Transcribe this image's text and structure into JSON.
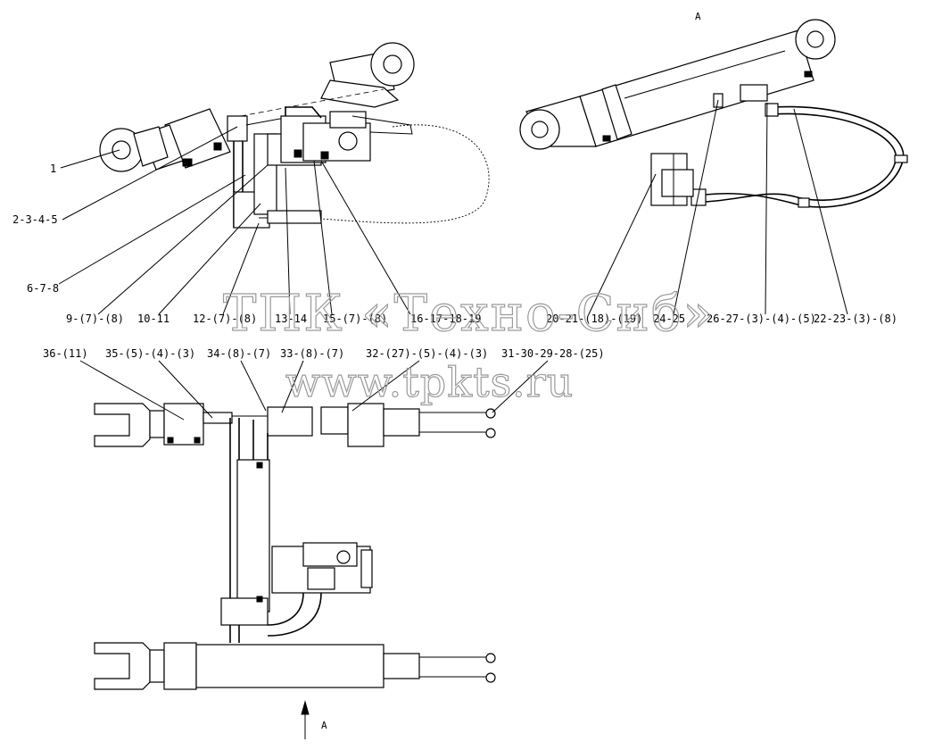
{
  "diagram": {
    "view_labels": {
      "top": "A",
      "bottom": "A"
    },
    "callouts_top_left": [
      {
        "id": "c1",
        "text": "1"
      },
      {
        "id": "c2",
        "text": "2-3-4-5"
      },
      {
        "id": "c3",
        "text": "6-7-8"
      },
      {
        "id": "c4",
        "text": "9-(7)-(8)"
      },
      {
        "id": "c5",
        "text": "10-11"
      },
      {
        "id": "c6",
        "text": "12-(7)-(8)"
      },
      {
        "id": "c7",
        "text": "13-14"
      },
      {
        "id": "c8",
        "text": "15-(7)-(8)"
      },
      {
        "id": "c9",
        "text": "16-17-18-19"
      }
    ],
    "callouts_top_right": [
      {
        "id": "c10",
        "text": "20-21-(18)-(19)"
      },
      {
        "id": "c11",
        "text": "24-25"
      },
      {
        "id": "c12",
        "text": "26-27-(3)-(4)-(5)"
      },
      {
        "id": "c13",
        "text": "22-23-(3)-(8)"
      }
    ],
    "callouts_bottom": [
      {
        "id": "c14",
        "text": "36-(11)"
      },
      {
        "id": "c15",
        "text": "35-(5)-(4)-(3)"
      },
      {
        "id": "c16",
        "text": "34-(8)-(7)"
      },
      {
        "id": "c17",
        "text": "33-(8)-(7)"
      },
      {
        "id": "c18",
        "text": "32-(27)-(5)-(4)-(3)"
      },
      {
        "id": "c19",
        "text": "31-30-29-28-(25)"
      }
    ]
  },
  "watermark": {
    "line1": "ТПК «Техно-Сиб»",
    "line2": "www.tpkts.ru"
  }
}
